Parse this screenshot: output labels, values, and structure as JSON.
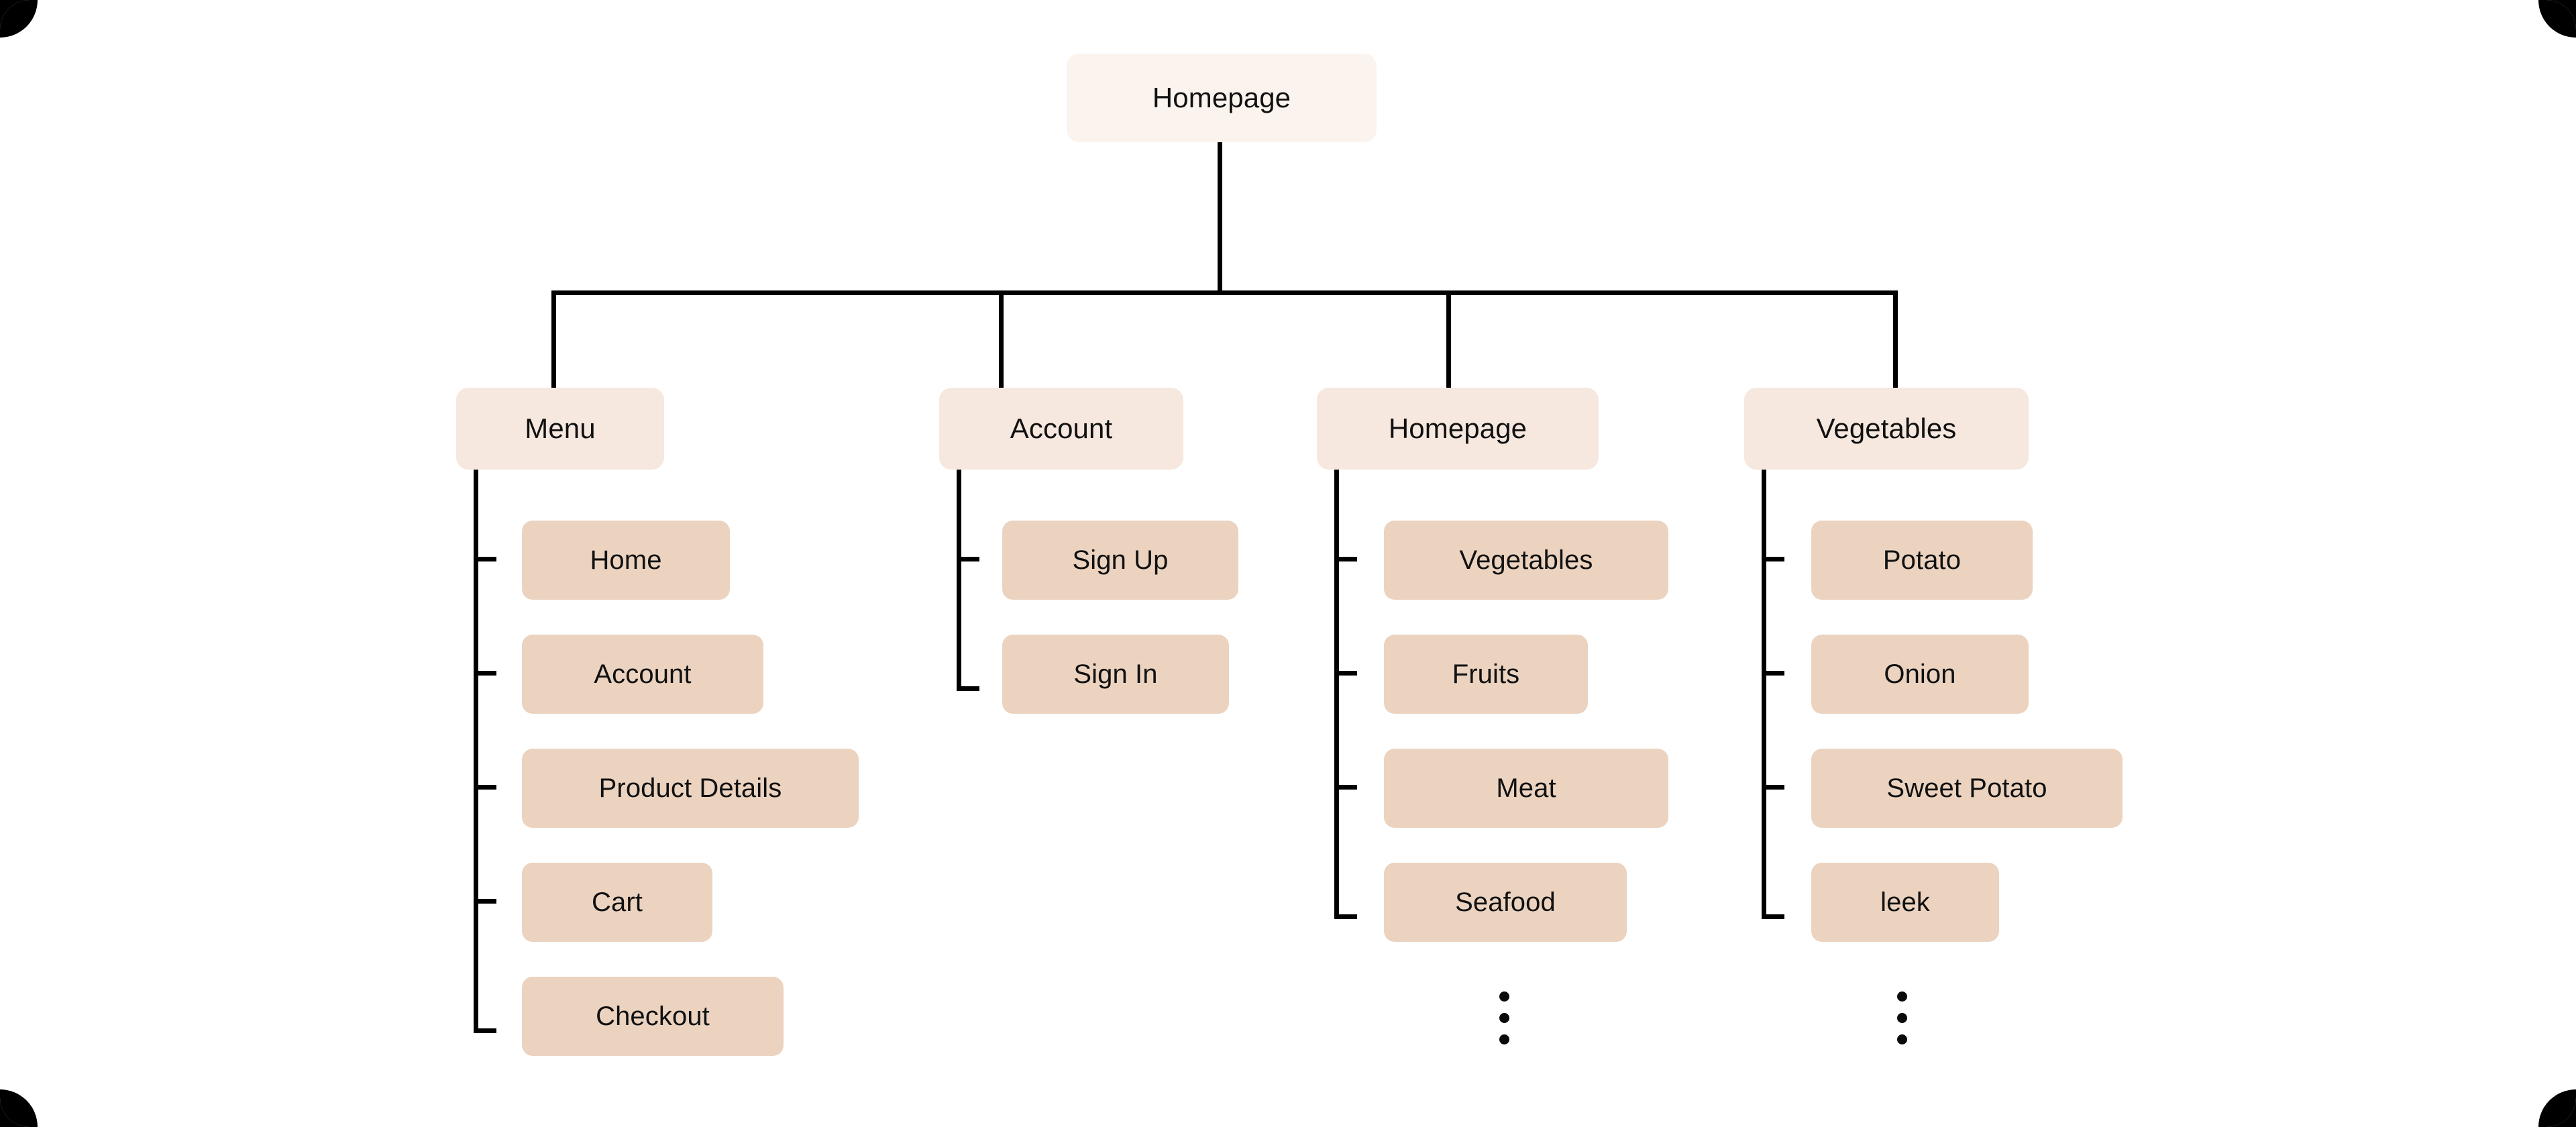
{
  "diagram": {
    "type": "sitemap-tree",
    "colors": {
      "page_background": "#ffffff",
      "outer_background": "#000000",
      "root_node": "#FBF4EE",
      "level2_node": "#F6E8DF",
      "leaf_node": "#EBD3C0",
      "connector": "#000000",
      "text": "#111111"
    },
    "root": {
      "label": "Homepage"
    },
    "branches": [
      {
        "label": "Menu",
        "children": [
          {
            "label": "Home"
          },
          {
            "label": "Account"
          },
          {
            "label": "Product Details"
          },
          {
            "label": "Cart"
          },
          {
            "label": "Checkout"
          }
        ],
        "has_more_indicator": false
      },
      {
        "label": "Account",
        "children": [
          {
            "label": "Sign Up"
          },
          {
            "label": "Sign In"
          }
        ],
        "has_more_indicator": false
      },
      {
        "label": "Homepage",
        "children": [
          {
            "label": "Vegetables"
          },
          {
            "label": "Fruits"
          },
          {
            "label": "Meat"
          },
          {
            "label": "Seafood"
          }
        ],
        "has_more_indicator": true,
        "more_indicator_icon": "vertical-ellipsis-icon"
      },
      {
        "label": "Vegetables",
        "children": [
          {
            "label": "Potato"
          },
          {
            "label": "Onion"
          },
          {
            "label": "Sweet Potato"
          },
          {
            "label": "leek"
          }
        ],
        "has_more_indicator": true,
        "more_indicator_icon": "vertical-ellipsis-icon"
      }
    ]
  }
}
